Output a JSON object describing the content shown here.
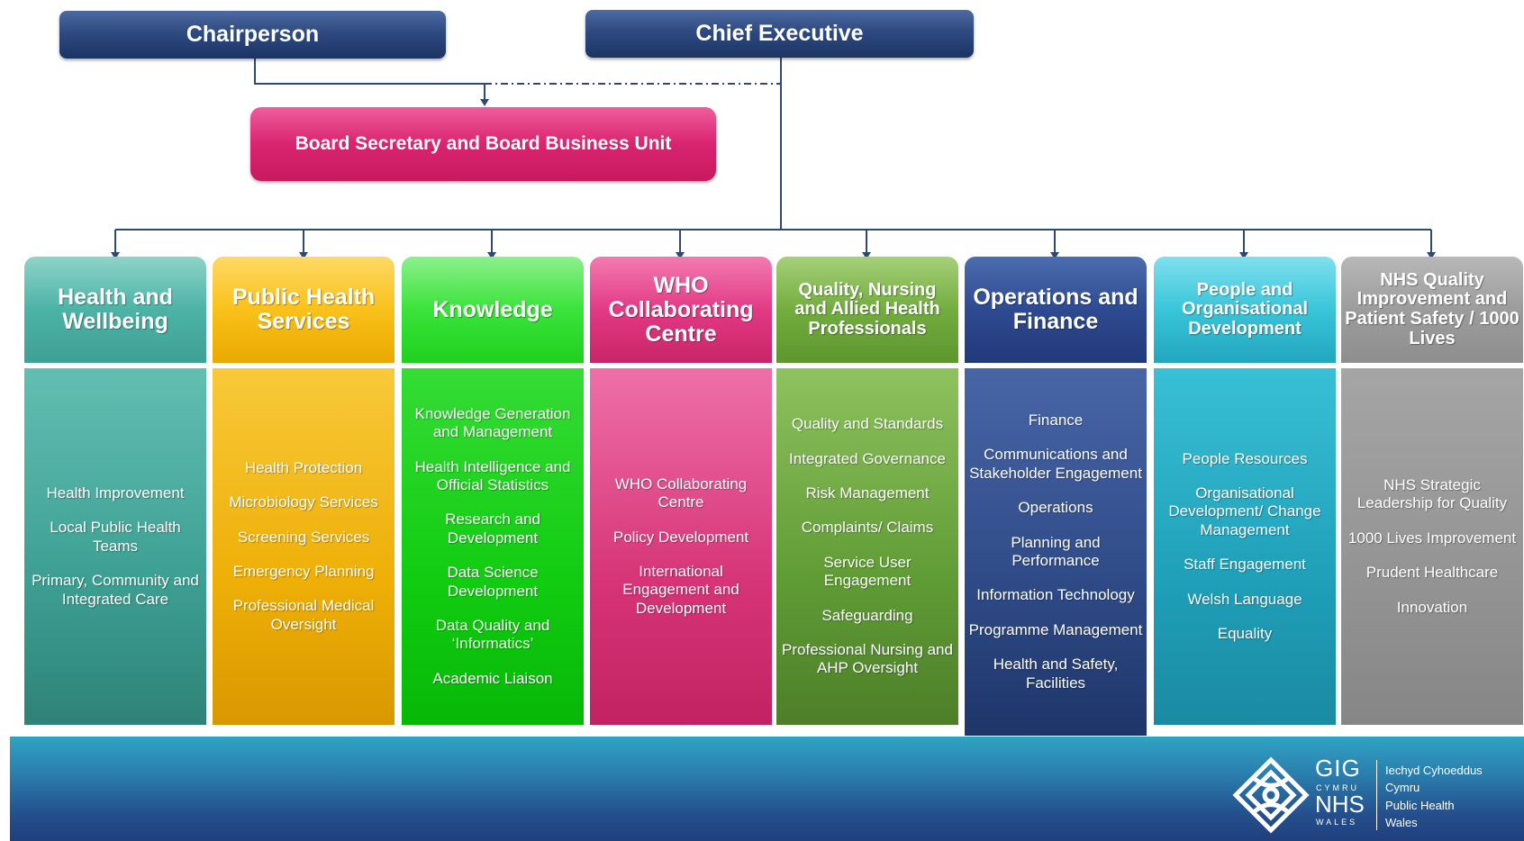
{
  "top": {
    "chairperson": "Chairperson",
    "chief_executive": "Chief Executive",
    "board_secretary": "Board Secretary and Board Business Unit"
  },
  "colors": {
    "navy": "#2e4a80",
    "pink": "#d9246f",
    "connector": "#2e4a70"
  },
  "departments": [
    {
      "title": "Health and Wellbeing",
      "items": [
        "Health Improvement",
        "Local Public Health Teams",
        "Primary, Community and Integrated Care"
      ]
    },
    {
      "title": "Public Health Services",
      "items": [
        "Health Protection",
        "Microbiology Services",
        "Screening Services",
        "Emergency Planning",
        "Professional Medical Oversight"
      ]
    },
    {
      "title": "Knowledge",
      "items": [
        "Knowledge Generation and Management",
        "Health Intelligence and Official Statistics",
        "Research and Development",
        "Data Science Development",
        "Data Quality and ‘Informatics’",
        "Academic Liaison"
      ]
    },
    {
      "title": "WHO Collaborating Centre",
      "items": [
        "WHO Collaborating Centre",
        "Policy Development",
        "International Engagement and Development"
      ]
    },
    {
      "title": "Quality, Nursing and Allied Health Professionals",
      "items": [
        "Quality and Standards",
        "Integrated Governance",
        "Risk Management",
        "Complaints/ Claims",
        "Service User Engagement",
        "Safeguarding",
        "Professional Nursing and AHP Oversight"
      ]
    },
    {
      "title": "Operations and Finance",
      "items": [
        "Finance",
        "Communications and Stakeholder Engagement",
        "Operations",
        "Planning and Performance",
        "Information Technology",
        "Programme Management",
        "Health and Safety, Facilities"
      ]
    },
    {
      "title": "People and Organisational Development",
      "items": [
        "People Resources",
        "Organisational Development/ Change Management",
        "Staff Engagement",
        "Welsh Language",
        "Equality"
      ]
    },
    {
      "title": "NHS Quality Improvement and Patient Safety / 1000 Lives",
      "items": [
        "NHS Strategic Leadership for Quality",
        "1000 Lives Improvement",
        "Prudent Healthcare",
        "Innovation"
      ]
    }
  ],
  "logo": {
    "gig": "GIG",
    "cymru": "CYMRU",
    "nhs": "NHS",
    "wales": "WALES",
    "lines": [
      "Iechyd Cyhoeddus",
      "Cymru",
      "Public Health",
      "Wales"
    ]
  }
}
